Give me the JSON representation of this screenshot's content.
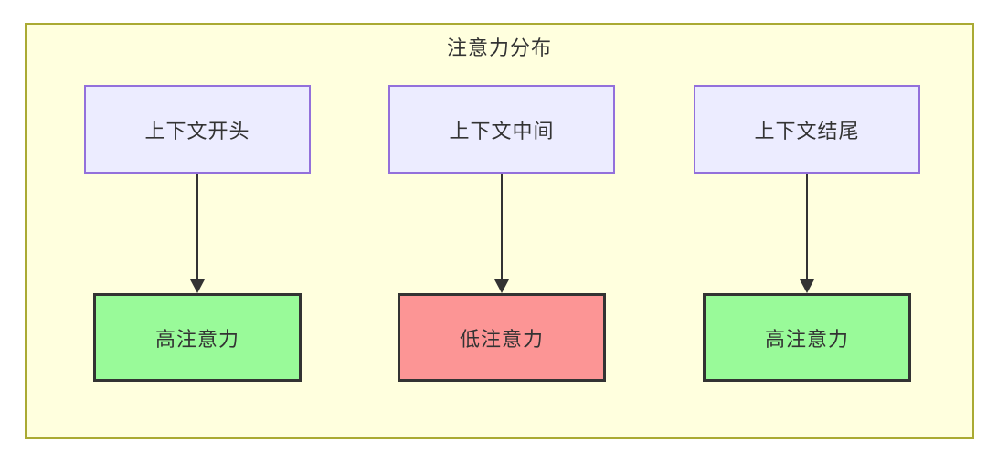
{
  "diagram": {
    "title": "注意力分布",
    "top_nodes": [
      {
        "label": "上下文开头"
      },
      {
        "label": "上下文中间"
      },
      {
        "label": "上下文结尾"
      }
    ],
    "bottom_nodes": [
      {
        "label": "高注意力",
        "state": "high"
      },
      {
        "label": "低注意力",
        "state": "low"
      },
      {
        "label": "高注意力",
        "state": "high"
      }
    ],
    "edges": [
      {
        "from": "上下文开头",
        "to": "高注意力"
      },
      {
        "from": "上下文中间",
        "to": "低注意力"
      },
      {
        "from": "上下文结尾",
        "to": "高注意力"
      }
    ],
    "colors": {
      "canvas_background": "#FFFFFF",
      "container_fill": "#FFFFDE",
      "container_border": "#AAAA33",
      "context_node_fill": "#ECECFF",
      "context_node_border": "#9370DB",
      "high_attention_fill": "#99FA99",
      "low_attention_fill": "#FC9595",
      "attention_node_border": "#333333",
      "text": "#333333",
      "arrow": "#333333"
    }
  }
}
